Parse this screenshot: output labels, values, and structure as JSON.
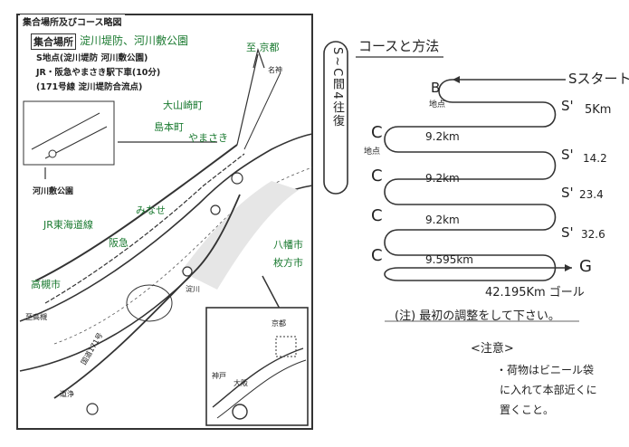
{
  "map": {
    "header_title": "集合場所及びコース略図",
    "meeting_label": "集合場所",
    "meeting_place": "淀川堤防、河川敷公園",
    "s_point": "S地点(淀川堤防 河川敷公園)",
    "access": "JR・阪急やまさき駅下車(10分)",
    "route171": "(171号線 淀川堤防合流点)",
    "to_kyoto": "至 京都",
    "oyamazaki": "大山崎町",
    "shimamoto": "島本町",
    "yamasaki": "やまさき",
    "kasenjiki_park": "河川敷公園",
    "minase": "みなせ",
    "jr_tokaido": "JR東海道線",
    "hankyu": "阪急",
    "takatsuki": "高槻市",
    "yawata": "八幡市",
    "hirakata": "枚方市",
    "yodogawa": "淀川",
    "kokudo171": "国道171号",
    "kousoku": "至高槻",
    "meishin": "名神",
    "dojou": "道浄"
  },
  "course": {
    "title": "コースと方法",
    "vertical_note": "S~C間4往復",
    "start": "Sスタート",
    "b_point": "B",
    "b_note": "地点",
    "c_note": "地点",
    "s_marks": [
      "S'",
      "S'",
      "S'",
      "S'"
    ],
    "s_values": [
      "5Km",
      "14.2",
      "23.4",
      "32.6"
    ],
    "c_marks": [
      "C",
      "C",
      "C",
      "C"
    ],
    "leg_values": [
      "9.2km",
      "9.2km",
      "9.2km",
      "9.595km"
    ],
    "goal": "G",
    "total": "42.195Km ゴール",
    "note": "(注) 最初の調整をして下さい。",
    "caution_title": "<注意>",
    "caution_lines": [
      "・荷物はビニール袋",
      "に入れて本部近くに",
      "置くこと。"
    ]
  },
  "inset": {
    "kyoto": "京都",
    "osaka": "大阪",
    "kobe": "神戸"
  }
}
